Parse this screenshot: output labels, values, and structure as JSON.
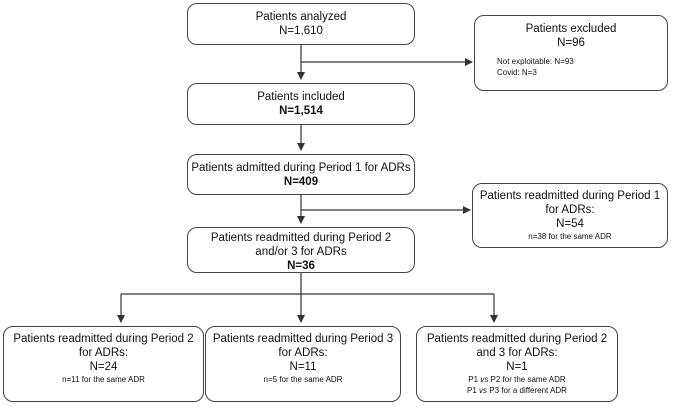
{
  "analyzed": {
    "title": "Patients analyzed",
    "count": "N=1,610"
  },
  "excluded": {
    "title": "Patients excluded",
    "count": "N=96",
    "notes": [
      "Not exploitable: N=93",
      "Covid: N=3"
    ]
  },
  "included": {
    "title": "Patients included",
    "count": "N=1,514"
  },
  "admitted": {
    "title": "Patients admitted during Period 1 for ADRs",
    "count": "N=409"
  },
  "readmitted_p1": {
    "title_line1": "Patients readmitted during Period 1",
    "title_line2": "for ADRs:",
    "count": "N=54",
    "note": "n=38 for the same ADR"
  },
  "readmitted_p23": {
    "title_line1": "Patients readmitted during Period 2",
    "title_line2": "and/or 3 for ADRs",
    "count": "N=36"
  },
  "readmitted_p2": {
    "title_line1": "Patients readmitted during Period 2",
    "title_line2": "for ADRs:",
    "count": "N=24",
    "note": "n=11 for the same ADR"
  },
  "readmitted_p3": {
    "title_line1": "Patients readmitted during Period 3",
    "title_line2": "for ADRs:",
    "count": "N=11",
    "note": "n=5 for the same ADR"
  },
  "readmitted_p2and3": {
    "title_line1": "Patients readmitted during Period 2",
    "title_line2": "and 3 for ADRs:",
    "count": "N=1",
    "notes": [
      {
        "a": "P1 ",
        "vs": "vs",
        "b": " P2 for the same ADR"
      },
      {
        "a": "P1 ",
        "vs": "vs",
        "b": " P3 for a different ADR"
      }
    ]
  }
}
